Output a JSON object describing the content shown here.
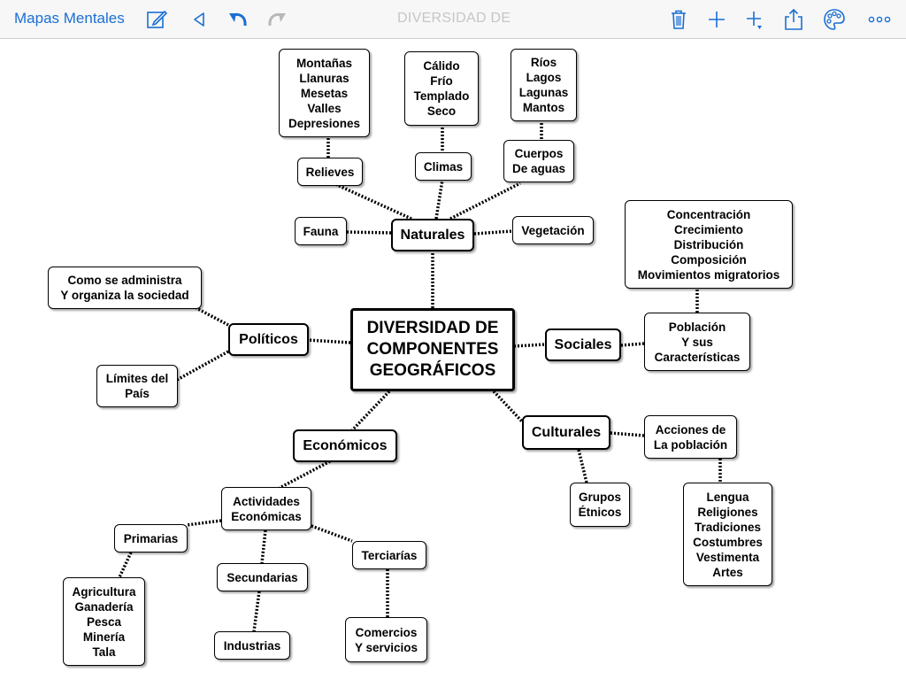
{
  "toolbar": {
    "app_label": "Mapas Mentales",
    "doc_title": "DIVERSIDAD DE",
    "accent": "#1a6fd4",
    "icons_left": [
      "edit-icon",
      "back-icon",
      "undo-icon",
      "redo-icon"
    ],
    "icons_right": [
      "trash-icon",
      "add-icon",
      "add-child-icon",
      "share-icon",
      "palette-icon",
      "more-icon"
    ]
  },
  "mindmap": {
    "root": "DIVERSIDAD DE\nCOMPONENTES\nGEOGRÁFICOS",
    "naturales": {
      "label": "Naturales",
      "relieves": "Relieves",
      "relieves_list": "Montañas\nLlanuras\nMesetas\nValles\nDepresiones",
      "climas": "Climas",
      "climas_list": "Cálido\nFrío\nTemplado\nSeco",
      "cuerpos": "Cuerpos\nDe aguas",
      "cuerpos_list": "Ríos\nLagos\nLagunas\nMantos",
      "fauna": "Fauna",
      "vegetacion": "Vegetación"
    },
    "politicos": {
      "label": "Políticos",
      "administra": "Como se administra\nY organiza la sociedad",
      "limites": "Límites del\nPaís"
    },
    "sociales": {
      "label": "Sociales",
      "poblacion": "Población\nY sus\nCaracterísticas",
      "poblacion_list": "Concentración\nCrecimiento\nDistribución\nComposición\nMovimientos migratorios"
    },
    "culturales": {
      "label": "Culturales",
      "acciones": "Acciones de\nLa población",
      "acciones_list": "Lengua\nReligiones\nTradiciones\nCostumbres\nVestimenta\nArtes",
      "grupos": "Grupos\nÉtnicos"
    },
    "economicos": {
      "label": "Económicos",
      "actividades": "Actividades\nEconómicas",
      "primarias": "Primarias",
      "primarias_list": "Agricultura\nGanadería\nPesca\nMinería\nTala",
      "secundarias": "Secundarias",
      "industrias": "Industrias",
      "terciarias": "Terciarías",
      "comercios": "Comercios\nY servicios"
    }
  }
}
